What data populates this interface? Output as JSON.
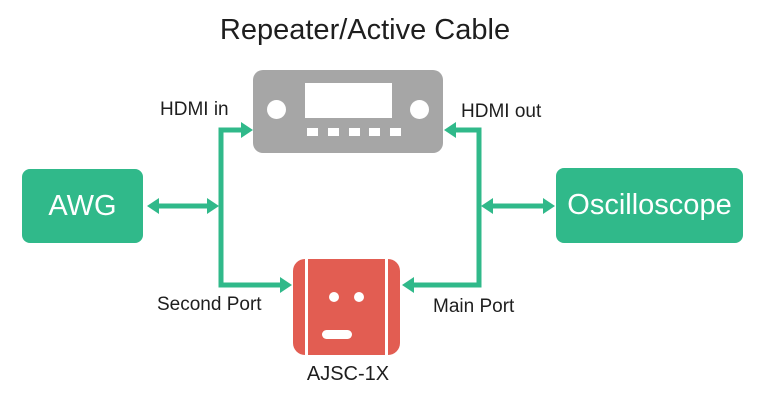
{
  "diagram": {
    "title": "Repeater/Active Cable",
    "nodes": {
      "awg": {
        "label": "AWG"
      },
      "oscilloscope": {
        "label": "Oscilloscope"
      },
      "repeater": {
        "name": "Repeater/Active Cable device"
      },
      "ajsc": {
        "label": "AJSC-1X"
      }
    },
    "port_labels": {
      "hdmi_in": "HDMI in",
      "hdmi_out": "HDMI out",
      "second_port": "Second Port",
      "main_port": "Main Port"
    },
    "connections": [
      {
        "from": "AWG",
        "to": "left junction",
        "style": "double-arrow"
      },
      {
        "from": "left junction",
        "to": "Repeater/Active Cable",
        "port": "HDMI in",
        "style": "arrow-in"
      },
      {
        "from": "left junction",
        "to": "AJSC-1X",
        "port": "Second Port",
        "style": "arrow-in"
      },
      {
        "from": "Oscilloscope",
        "to": "right junction",
        "style": "double-arrow"
      },
      {
        "from": "right junction",
        "to": "Repeater/Active Cable",
        "port": "HDMI out",
        "style": "arrow-in"
      },
      {
        "from": "right junction",
        "to": "AJSC-1X",
        "port": "Main Port",
        "style": "arrow-in"
      }
    ],
    "colors": {
      "accent_green": "#30B98A",
      "device_gray": "#A6A6A6",
      "device_red": "#E25D52",
      "text_black": "#1E1E1E",
      "background": "#FFFFFF"
    }
  }
}
